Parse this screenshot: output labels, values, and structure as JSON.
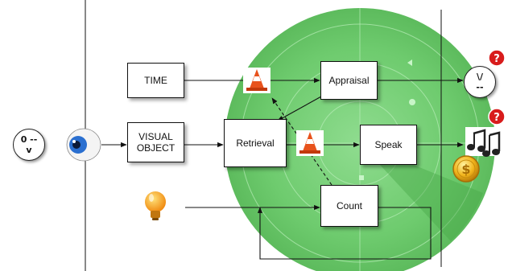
{
  "boxes": {
    "time": "TIME",
    "visual_object": "VISUAL\nOBJECT",
    "retrieval": "Retrieval",
    "appraisal": "Appraisal",
    "speak": "Speak",
    "count": "Count"
  },
  "faces": {
    "left_face": "0 --\nv",
    "right_face": "\\/\n--"
  },
  "icons": {
    "eye": "eye-icon",
    "bulb": "lightbulb-icon",
    "cone_top": "traffic-cone-icon",
    "cone_mid": "traffic-cone-icon",
    "help_top": "help-icon",
    "help_mid": "help-icon",
    "music": "music-notes-icon",
    "coin": "gold-coin-icon"
  },
  "colors": {
    "radar_green": "#6ecb6e",
    "radar_dark": "#4aa84a",
    "line": "#111111",
    "help_red": "#d81c1c",
    "cone_orange": "#e8521c",
    "bulb_orange": "#f6a21a",
    "eye_blue": "#2a6fd0",
    "coin_gold": "#f2b51d"
  }
}
